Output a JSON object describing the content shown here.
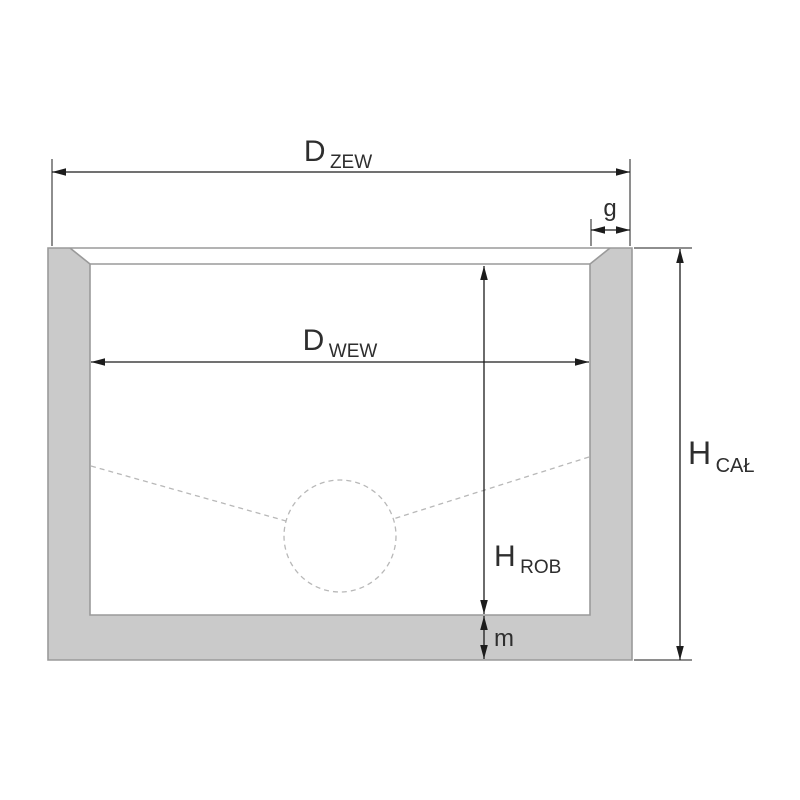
{
  "colors": {
    "background": "#ffffff",
    "wall_fill": "#cacaca",
    "outline": "#9a9a9a",
    "dimension": "#1c1c1c",
    "text": "#2e2e2e",
    "dashed": "#b8b8b8"
  },
  "labels": {
    "d_zew": {
      "main": "D",
      "sub": "ZEW"
    },
    "g": {
      "main": "g"
    },
    "d_wew": {
      "main": "D",
      "sub": "WEW"
    },
    "h_cal": {
      "main": "H",
      "sub": "CAŁ"
    },
    "h_rob": {
      "main": "H",
      "sub": "ROB"
    },
    "m": {
      "main": "m"
    }
  }
}
